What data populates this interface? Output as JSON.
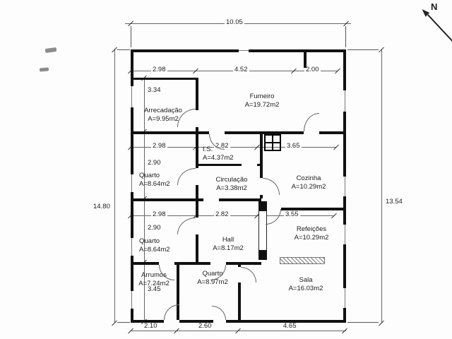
{
  "compass": {
    "label": "N"
  },
  "rooms": [
    {
      "name": "Arrecadação",
      "area": "A=9.95m2"
    },
    {
      "name": "Fumeiro",
      "area": "A=19.72m2"
    },
    {
      "name": "I.S.",
      "area": "A=4.37m2"
    },
    {
      "name": "Quarto",
      "area": "A=8.64m2"
    },
    {
      "name": "Circulação",
      "area": "A=3.38m2"
    },
    {
      "name": "Cozinha",
      "area": "A=10.29m2"
    },
    {
      "name": "Quarto",
      "area": "A=8.64m2"
    },
    {
      "name": "Hall",
      "area": "A=8.17m2"
    },
    {
      "name": "Refeições",
      "area": "A=10.29m2"
    },
    {
      "name": "Arrumos",
      "area": "A=7.24m2"
    },
    {
      "name": "Quarto",
      "area": "A=8.97m2"
    },
    {
      "name": "Sala",
      "area": "A=16.03m2"
    }
  ],
  "dims": {
    "overall_top": "10.05",
    "overall_left": "14.80",
    "overall_right": "13.54",
    "top_row": [
      "2.98",
      "4.52",
      "2.00"
    ],
    "upper_row": [
      "2.98",
      "2.82",
      "3.65"
    ],
    "mid_row": [
      "2.98",
      "2.82",
      "3.55"
    ],
    "left_col": [
      "3.34",
      "2.90",
      "2.90",
      "3.45"
    ],
    "bottom_row": [
      "2.10",
      "2.60",
      "4.65"
    ]
  }
}
